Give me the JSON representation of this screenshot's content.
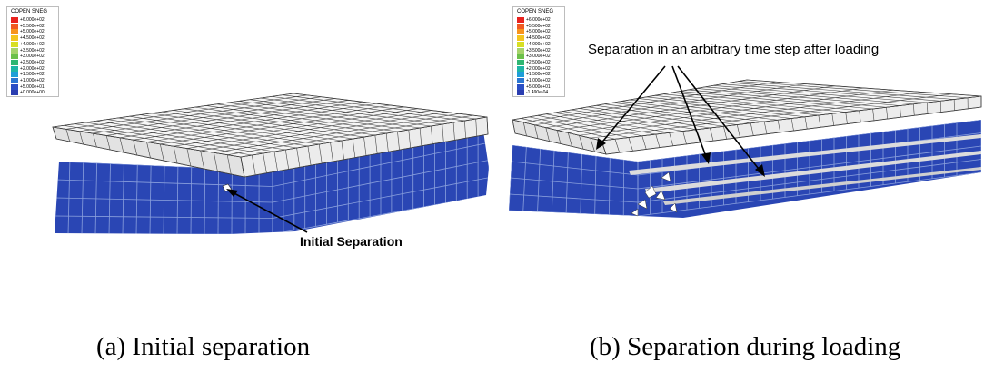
{
  "legend": {
    "title": "COPEN    SNEG",
    "colors": [
      "#e8221e",
      "#f15a22",
      "#f7941d",
      "#f4c51e",
      "#d7df23",
      "#a5d36b",
      "#6cc04a",
      "#2fb672",
      "#1fb5a6",
      "#1e9ed8",
      "#2a76d2",
      "#2a4fc5",
      "#2a3db0"
    ]
  },
  "panel_a": {
    "legend_values": [
      "+6.000e+02",
      "+5.500e+02",
      "+5.000e+02",
      "+4.500e+02",
      "+4.000e+02",
      "+3.500e+02",
      "+3.000e+02",
      "+2.500e+02",
      "+2.000e+02",
      "+1.500e+02",
      "+1.000e+02",
      "+5.000e+01",
      "+0.000e+00"
    ],
    "callout": "Initial Separation",
    "caption": "(a) Initial separation"
  },
  "panel_b": {
    "legend_values": [
      "+6.000e+02",
      "+5.500e+02",
      "+5.000e+02",
      "+4.500e+02",
      "+4.000e+02",
      "+3.500e+02",
      "+3.000e+02",
      "+2.500e+02",
      "+2.000e+02",
      "+1.500e+02",
      "+1.000e+02",
      "+5.000e+01",
      "-1.490e-04"
    ],
    "callout": "Separation in an arbitrary time step after loading",
    "caption": "(b) Separation during loading"
  }
}
